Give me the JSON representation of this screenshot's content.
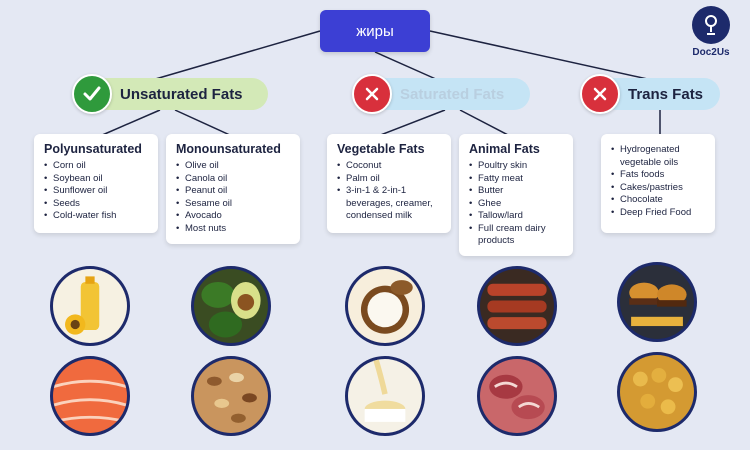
{
  "root": {
    "label": "жиры"
  },
  "logo": {
    "text": "Doc2Us"
  },
  "categories": {
    "unsaturated": {
      "label": "Unsaturated Fats",
      "icon": "check-icon",
      "color": "#d3e9b7"
    },
    "saturated": {
      "label": "Saturated Fats",
      "icon": "x-icon",
      "color": "#c5e4f5"
    },
    "trans": {
      "label": "Trans Fats",
      "icon": "x-icon",
      "color": "#c5e4f5"
    }
  },
  "cards": {
    "polyunsaturated": {
      "title": "Polyunsaturated",
      "items": [
        "Corn oil",
        "Soybean oil",
        "Sunflower oil",
        "Seeds",
        "Cold-water fish"
      ]
    },
    "monounsaturated": {
      "title": "Monounsaturated",
      "items": [
        "Olive oil",
        "Canola oil",
        "Peanut oil",
        "Sesame oil",
        "Avocado",
        "Most nuts"
      ]
    },
    "vegetable": {
      "title": "Vegetable Fats",
      "items": [
        "Coconut",
        "Palm oil",
        "3-in-1 & 2-in-1 beverages, creamer, condensed milk"
      ]
    },
    "animal": {
      "title": "Animal Fats",
      "items": [
        "Poultry skin",
        "Fatty meat",
        "Butter",
        "Ghee",
        "Tallow/lard",
        "Full cream dairy products"
      ]
    },
    "trans": {
      "title": "",
      "items": [
        "Hydrogenated vegetable oils",
        "Fats foods",
        "Cakes/pastries",
        "Chocolate",
        "Deep Fried Food"
      ]
    }
  },
  "photos": [
    "oil-bottle",
    "avocado",
    "coconut",
    "sausages",
    "burgers",
    "salmon",
    "nuts",
    "condensed-milk",
    "raw-meat",
    "fried-balls"
  ],
  "colors": {
    "root": "#3c3fd4",
    "background": "#e4e8f3",
    "check": "#2f9a3c",
    "cross": "#d8303c",
    "logo": "#1d2a6b"
  }
}
